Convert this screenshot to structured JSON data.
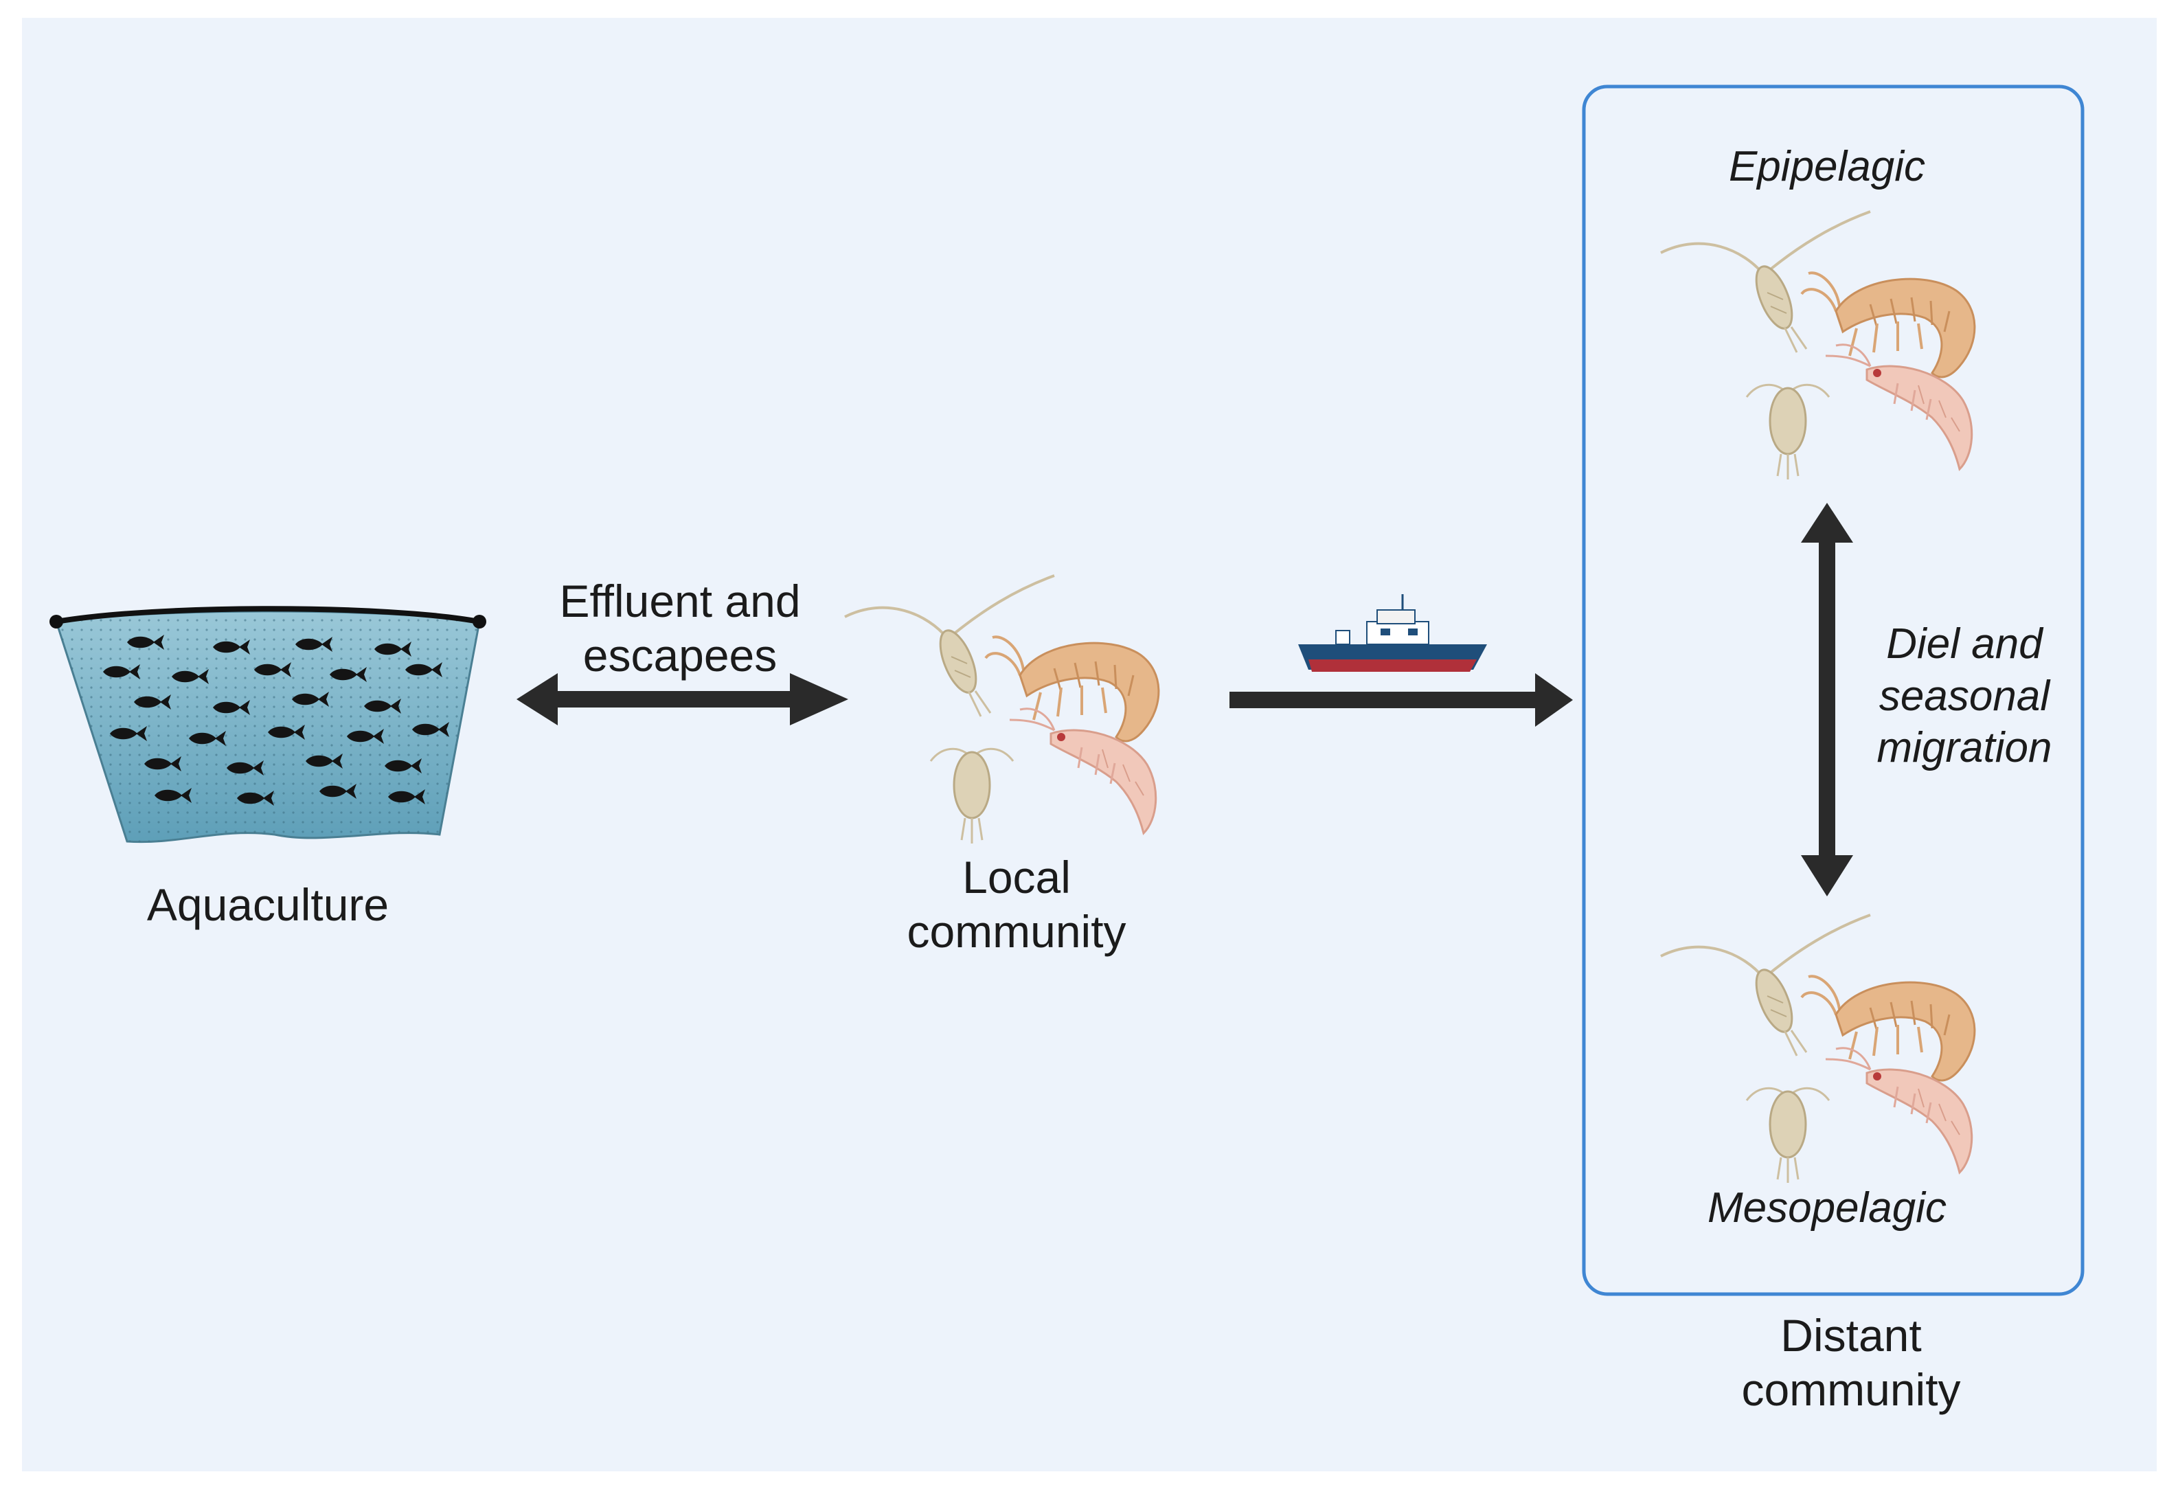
{
  "labels": {
    "aquaculture": "Aquaculture",
    "effluent_line1": "Effluent and",
    "effluent_line2": "escapees",
    "local_line1": "Local",
    "local_line2": "community",
    "epipelagic": "Epipelagic",
    "mesopelagic": "Mesopelagic",
    "migration_line1": "Diel and",
    "migration_line2": "seasonal",
    "migration_line3": "migration",
    "distant_line1": "Distant",
    "distant_line2": "community"
  },
  "colors": {
    "background": "#edf3fb",
    "arrow": "#2a2a2a",
    "box_border": "#3f86d3",
    "water": "#7fb6c8",
    "fish": "#141414",
    "copepod": "#d8ccb0",
    "amphipod": "#e3b488",
    "krill": "#efc4b6",
    "ship_hull_top": "#1f4e7a",
    "ship_hull_bottom": "#b0303a"
  },
  "icons": [
    "net-pen-icon",
    "fish-icon",
    "copepod-icon",
    "amphipod-icon",
    "krill-icon",
    "research-vessel-icon"
  ]
}
